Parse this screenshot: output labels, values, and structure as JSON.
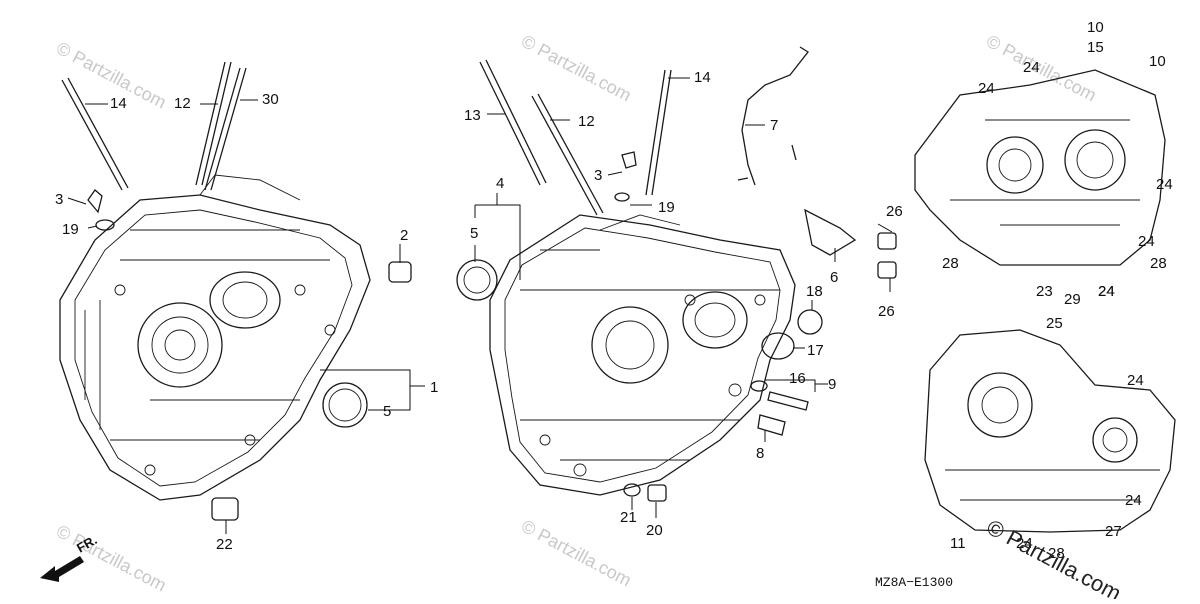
{
  "diagram": {
    "code": "MZ8A−E1300",
    "direction": "FR.",
    "watermark": "© Partzilla.com",
    "brand": "© Partzilla.com",
    "callouts": [
      "14",
      "12",
      "30",
      "3",
      "19",
      "2",
      "1",
      "5",
      "22",
      "13",
      "12",
      "14",
      "4",
      "5",
      "3",
      "19",
      "7",
      "26",
      "6",
      "26",
      "18",
      "17",
      "16",
      "9",
      "8",
      "21",
      "20",
      "10",
      "15",
      "10",
      "24",
      "24",
      "24",
      "24",
      "24",
      "28",
      "23",
      "29",
      "24",
      "28",
      "25",
      "24",
      "24",
      "11",
      "24",
      "28",
      "27"
    ]
  }
}
